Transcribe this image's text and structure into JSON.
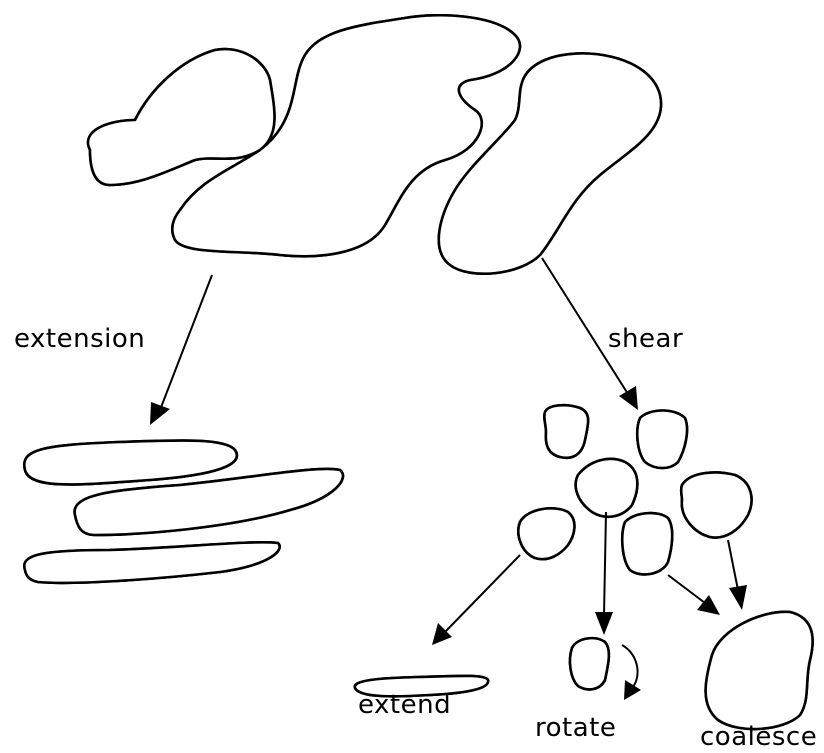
{
  "labels": {
    "extension": "extension",
    "shear": "shear",
    "extend": "extend",
    "rotate": "rotate",
    "coalesce": "coalesce"
  },
  "colors": {
    "ink": "#000000",
    "paper": "#ffffff"
  }
}
